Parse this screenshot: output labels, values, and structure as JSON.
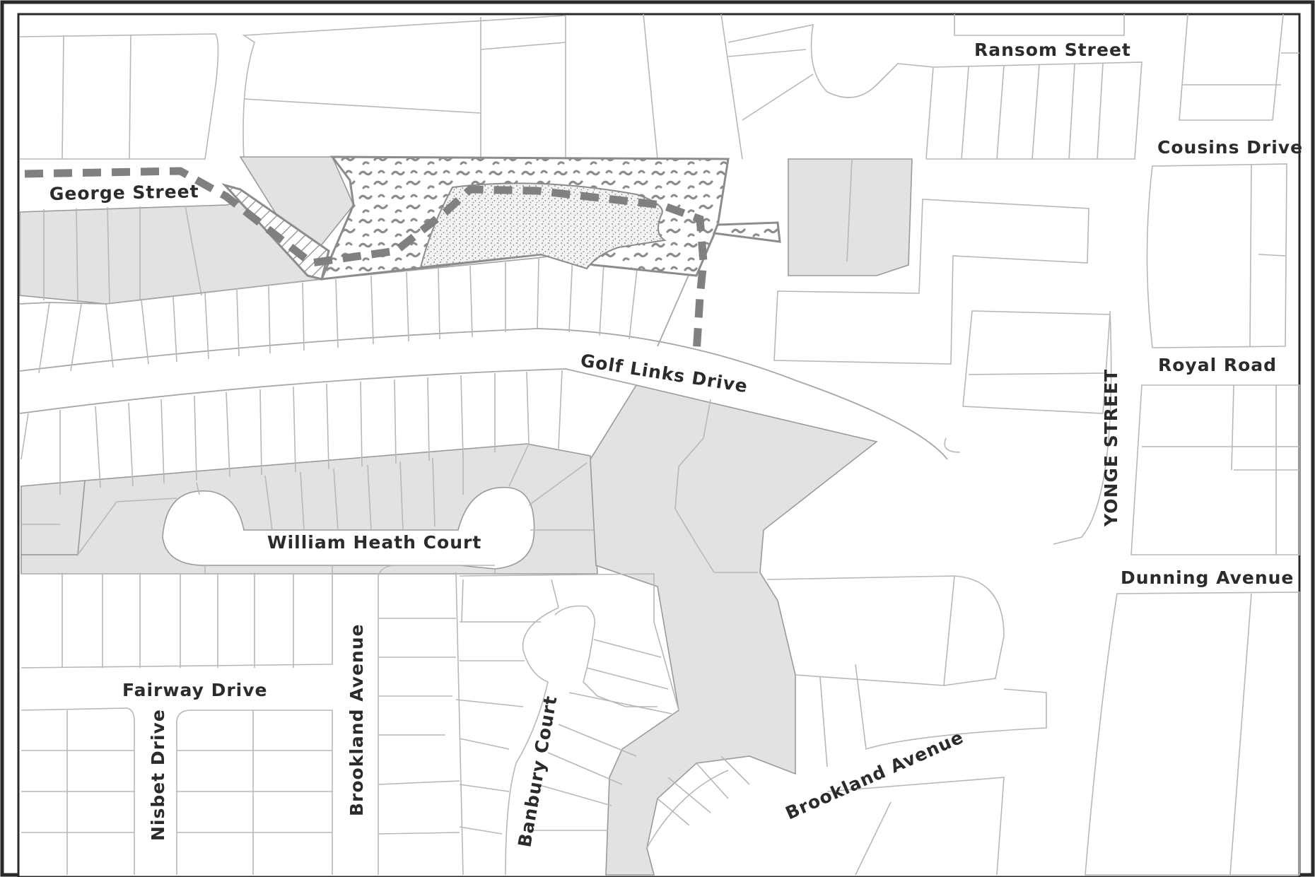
{
  "map": {
    "streets": {
      "ransom_street": "Ransom Street",
      "cousins_drive": "Cousins Drive",
      "george_street": "George Street",
      "golf_links_drive": "Golf Links Drive",
      "royal_road": "Royal Road",
      "yonge_street": "YONGE STREET",
      "william_heath_court": "William Heath Court",
      "dunning_avenue": "Dunning Avenue",
      "fairway_drive": "Fairway Drive",
      "brookland_avenue_vertical": "Brookland Avenue",
      "brookland_avenue_curved": "Brookland Avenue",
      "nisbet_drive": "Nisbet Drive",
      "banbury_court": "Banbury Court"
    },
    "colors": {
      "frame": "#2a2a2a",
      "road": "#ffffff",
      "lot_line": "#b8b8b8",
      "shaded_lot": "#e2e2e2",
      "woodland_mark": "#8c8c8c",
      "trail": "#808080"
    },
    "legend_features": {
      "woodland_pattern": "woodland-area",
      "stipple_pattern": "open-meadow-area",
      "trail_style": "dashed-trail"
    }
  }
}
